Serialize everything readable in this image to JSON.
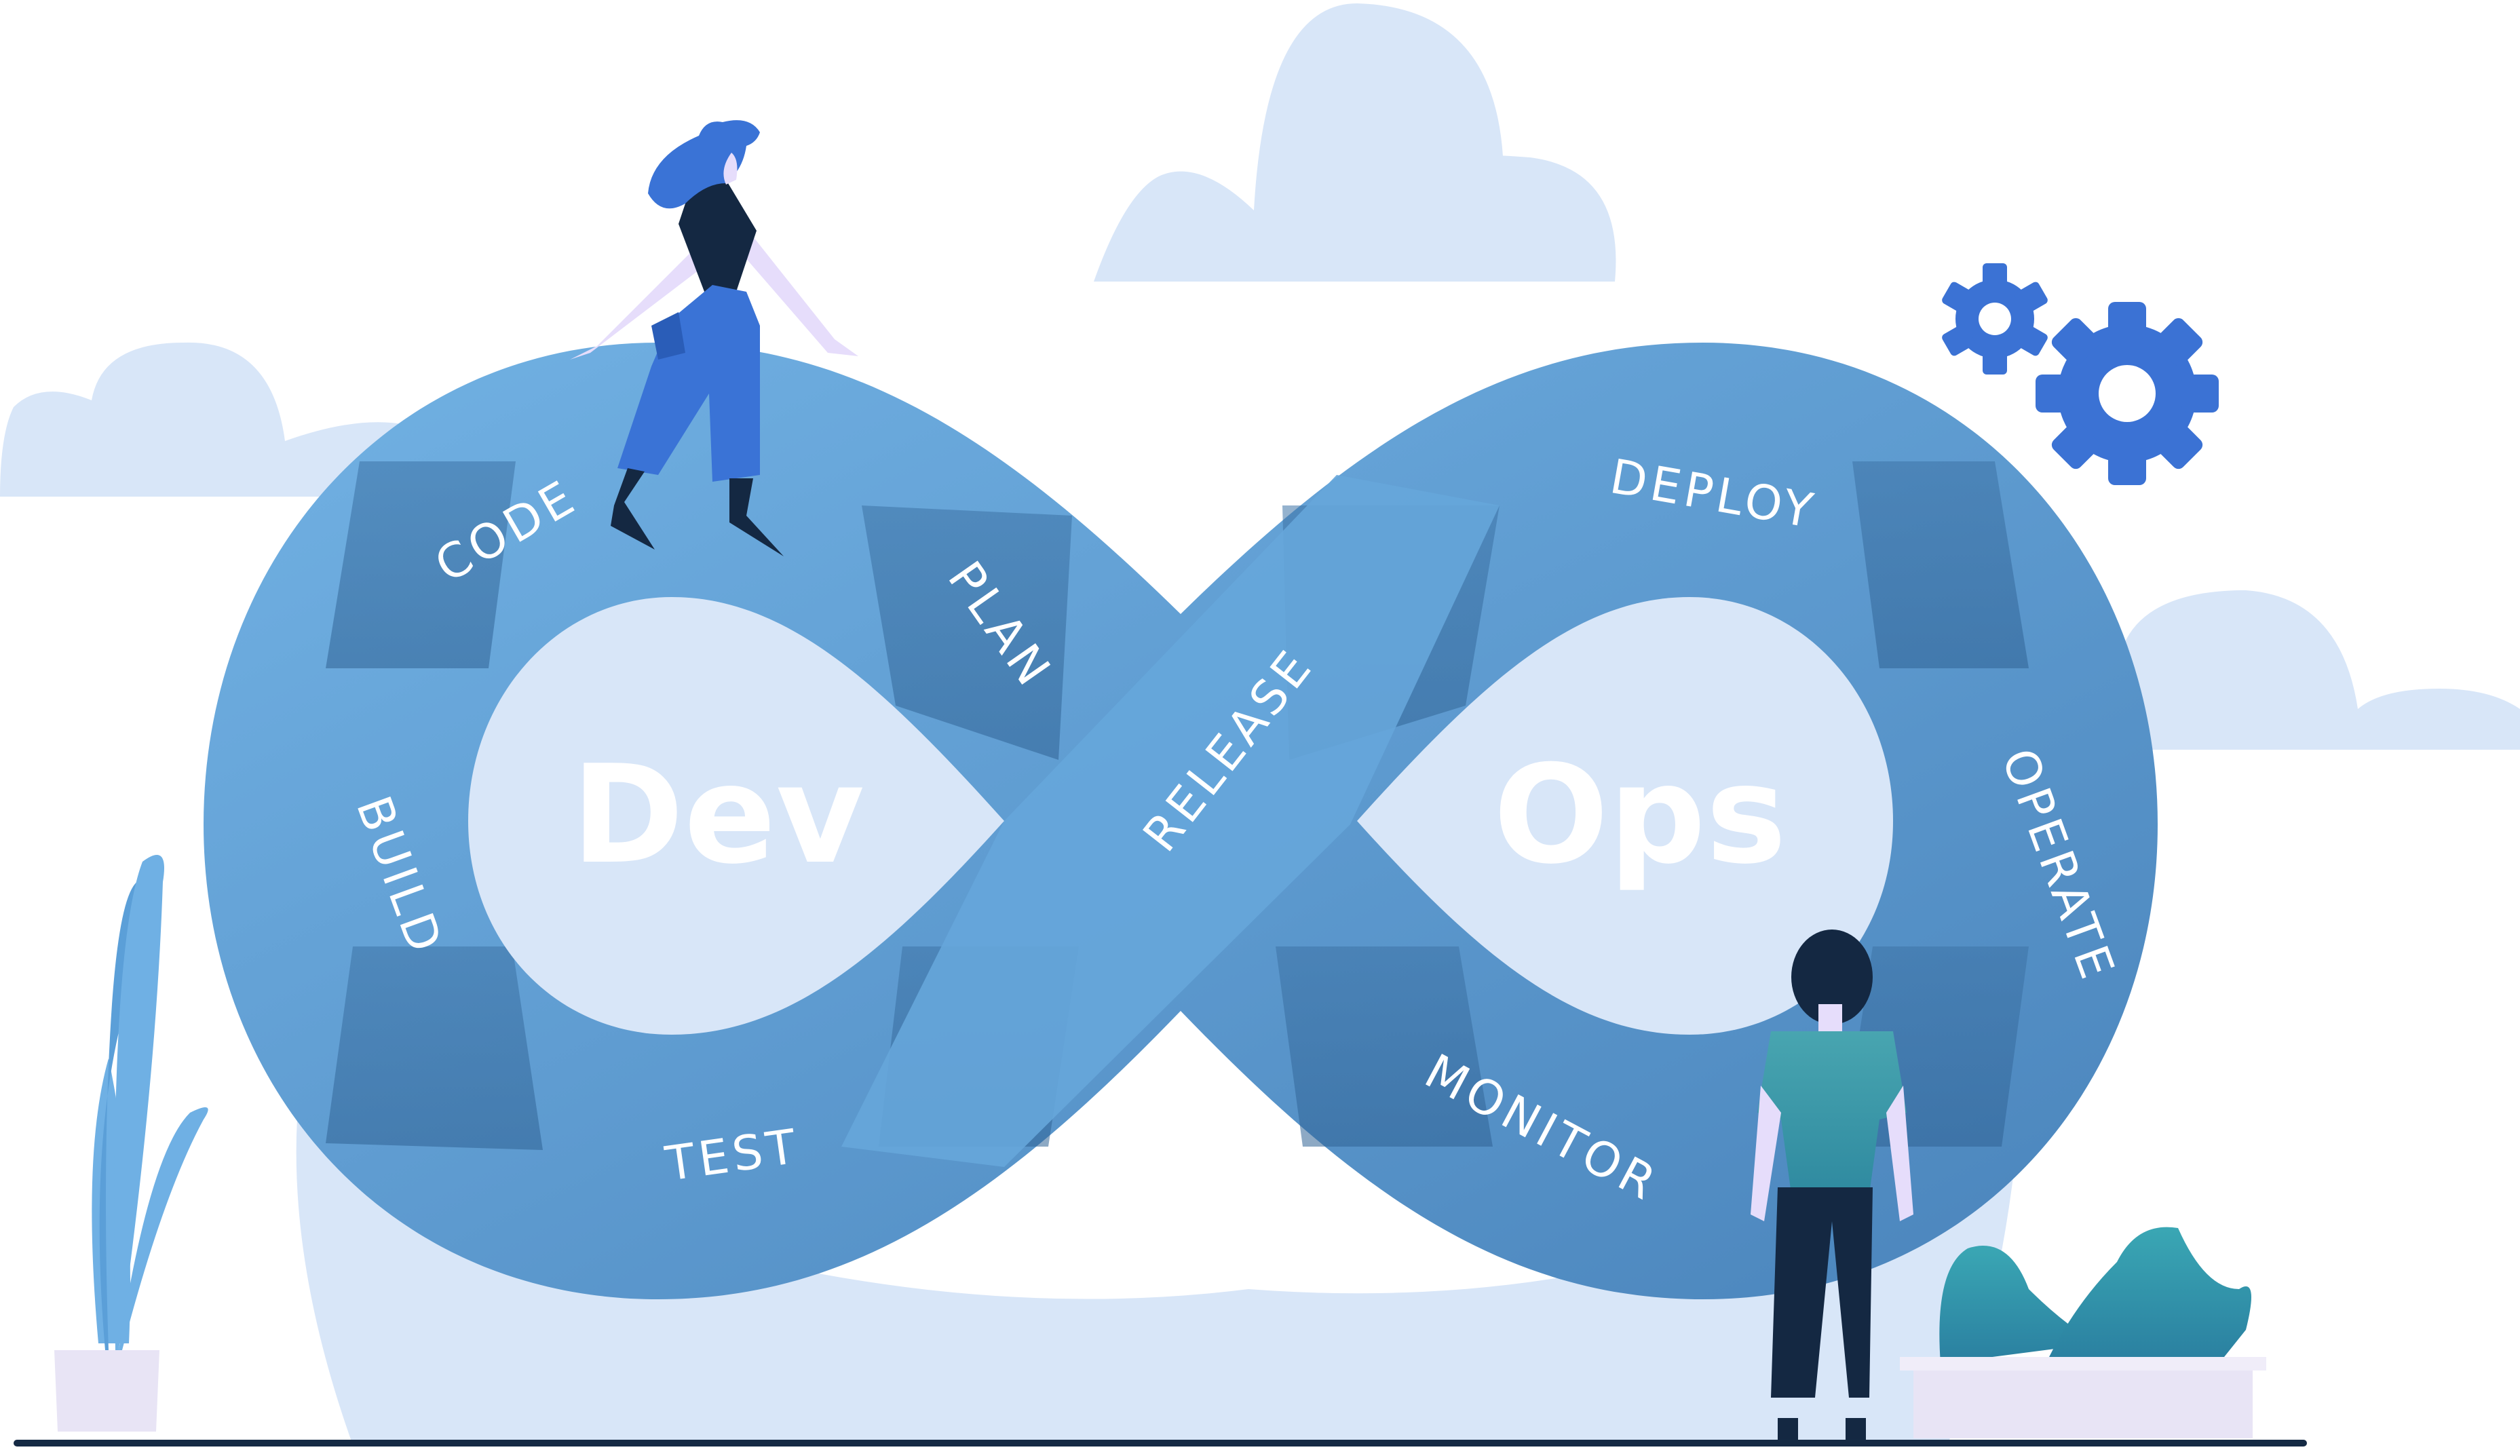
{
  "diagram": {
    "left_loop_title": "Dev",
    "right_loop_title": "Ops",
    "stages": {
      "code": "CODE",
      "plan": "PLAN",
      "build": "BUILD",
      "test": "TEST",
      "release": "RELEASE",
      "deploy": "DEPLOY",
      "operate": "OPERATE",
      "monitor": "MONITOR"
    }
  },
  "colors": {
    "band": "#6aa8dc",
    "band_shadow": "#3f78aa",
    "cloud": "#d8e6f8",
    "gear": "#3b72d4",
    "person_blue": "#3a73d6",
    "person_navy": "#142842",
    "person_teal": "#3a9bab",
    "plant": "#6fb0e4",
    "floor": "#152a44"
  }
}
